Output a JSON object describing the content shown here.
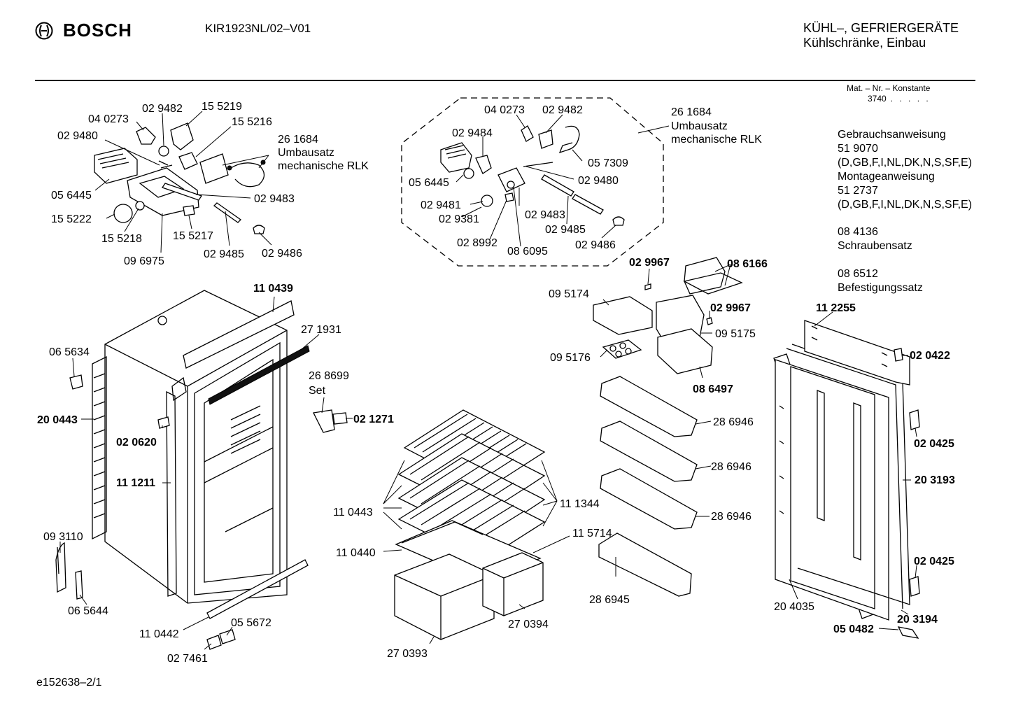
{
  "header": {
    "brand": "BOSCH",
    "model": "KIR1923NL/02–V01",
    "category_line1": "KÜHL–, GEFRIERGERÄTE",
    "category_line2": "Kühlschränke, Einbau"
  },
  "mat_nr": {
    "label": "Mat. – Nr. – Konstante",
    "value": "3740",
    "dots": ". . . . ."
  },
  "side_notes": [
    {
      "lines": [
        "Gebrauchsanweisung",
        "51 9070",
        "(D,GB,F,I,NL,DK,N,S,SF,E)",
        "Montageanweisung",
        "51 2737",
        "(D,GB,F,I,NL,DK,N,S,SF,E)"
      ]
    },
    {
      "lines": [
        "08 4136",
        "Schraubensatz"
      ]
    },
    {
      "lines": [
        "08 6512",
        "Befestigungssatz"
      ]
    }
  ],
  "footer": "e152638‒2/1",
  "callouts": {
    "c040273a": "04 0273",
    "c029482a": "02 9482",
    "c155219": "15 5219",
    "c155216": "15 5216",
    "c029480a": "02 9480",
    "c261684a": "26 1684",
    "umbau_a": "Umbausatz",
    "mech_a": "mechanische RLK",
    "c056445a": "05 6445",
    "c029483a": "02 9483",
    "c155222": "15 5222",
    "c155218": "15 5218",
    "c155217": "15 5217",
    "c096975": "09 6975",
    "c029485a": "02 9485",
    "c029486a": "02 9486",
    "c040273b": "04 0273",
    "c029482b": "02 9482",
    "c261684b": "26 1684",
    "umbau_b": "Umbausatz",
    "mech_b": "mechanische RLK",
    "c029484": "02 9484",
    "c057309": "05 7309",
    "c056445b": "05 6445",
    "c029480b": "02 9480",
    "c029481": "02 9481",
    "c029483b": "02 9483",
    "c029381": "02 9381",
    "c029485b": "02 9485",
    "c028992": "02 8992",
    "c029486b": "02 9486",
    "c086095": "08 6095",
    "c110439": "11 0439",
    "c271931": "27 1931",
    "c065634": "06 5634",
    "c268699": "26 8699",
    "set": "Set",
    "c021271": "02 1271",
    "c200443": "20 0443",
    "c020620": "02 0620",
    "c111211": "11 1211",
    "c093110": "09 3110",
    "c065644": "06 5644",
    "c110442": "11 0442",
    "c055672": "05 5672",
    "c027461": "02 7461",
    "c029967a": "02 9967",
    "c086166": "08 6166",
    "c095174": "09 5174",
    "c029967b": "02 9967",
    "c095175": "09 5175",
    "c095176": "09 5176",
    "c086497": "08 6497",
    "c286946a": "28 6946",
    "c286946b": "28 6946",
    "c286946c": "28 6946",
    "c110443": "11 0443",
    "c111344": "11 1344",
    "c115714": "11 5714",
    "c110440": "11 0440",
    "c286945": "28 6945",
    "c270394": "27 0394",
    "c270393": "27 0393",
    "c112255": "11 2255",
    "c020422": "02 0422",
    "c020425a": "02 0425",
    "c203193": "20 3193",
    "c020425b": "02 0425",
    "c204035": "20 4035",
    "c203194": "20 3194",
    "c050482": "05 0482"
  }
}
